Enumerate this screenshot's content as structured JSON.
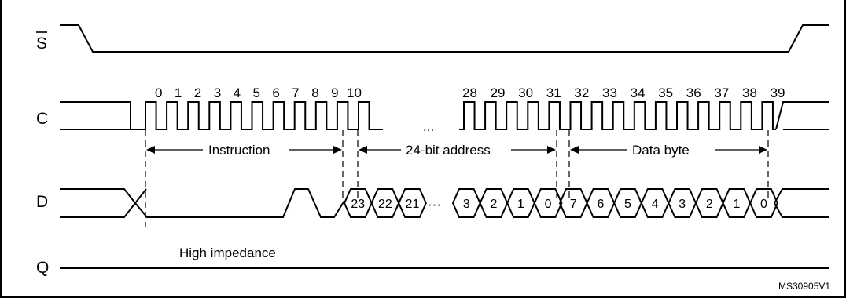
{
  "title": "",
  "figure_id": "MS30905V1",
  "signals": {
    "s": "S",
    "c": "C",
    "d": "D",
    "q": "Q"
  },
  "clock_numbers_left": [
    "0",
    "1",
    "2",
    "3",
    "4",
    "5",
    "6",
    "7",
    "8",
    "9",
    "10"
  ],
  "clock_numbers_right": [
    "28",
    "29",
    "30",
    "31",
    "32",
    "33",
    "34",
    "35",
    "36",
    "37",
    "38",
    "39"
  ],
  "segments": {
    "instruction": "Instruction",
    "address": "24-bit address",
    "data": "Data byte"
  },
  "address_bits_left": [
    "23",
    "22",
    "21"
  ],
  "address_bits_right": [
    "3",
    "2",
    "1",
    "0"
  ],
  "data_bits": [
    "7",
    "6",
    "5",
    "4",
    "3",
    "2",
    "1",
    "0"
  ],
  "ellipsis": "...",
  "dots": "···",
  "q_state": "High impedance"
}
